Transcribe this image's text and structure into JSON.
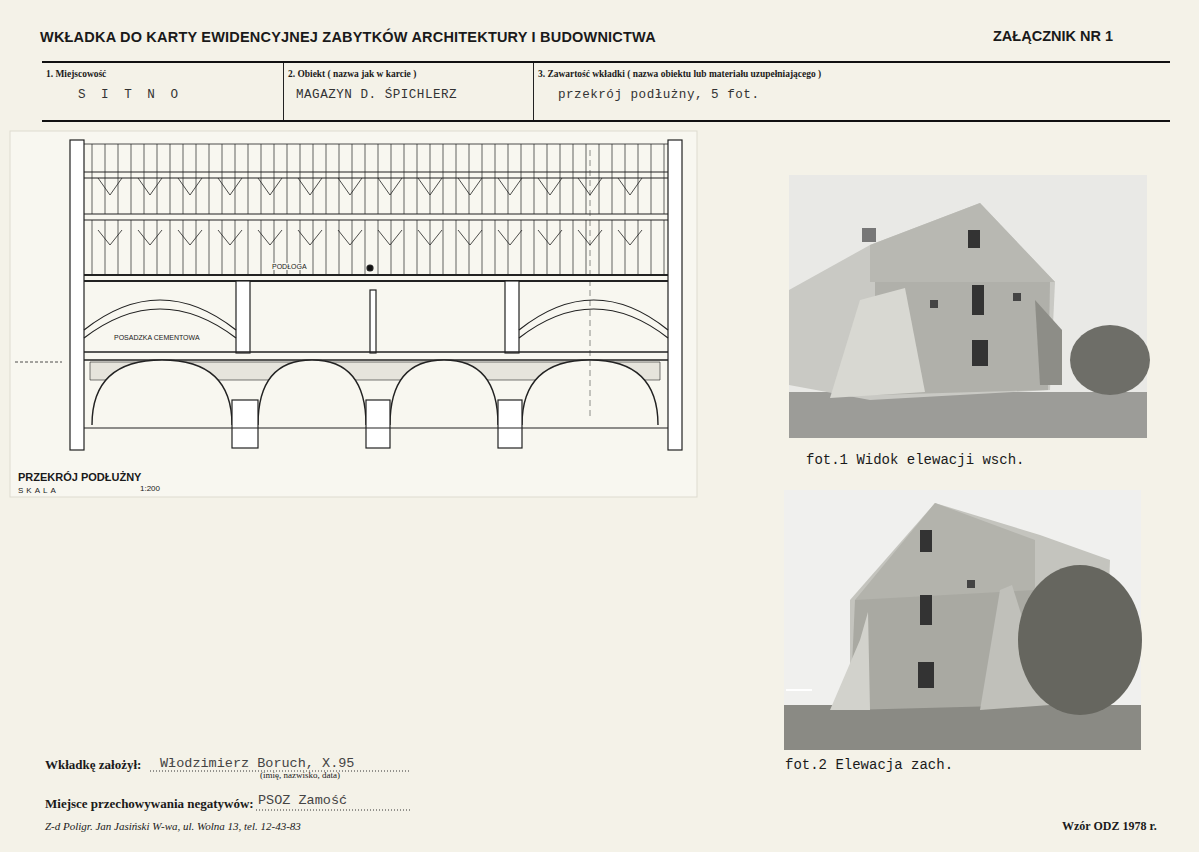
{
  "diagram": {
    "title": "WKŁADKA DO KARTY EWIDENCYJNEJ ZABYTKÓW ARCHITEKTURY I BUDOWNICTWA",
    "nodes": [
      {
        "text": [
          "1. Miejscowość",
          "S I T N O"
        ]
      },
      {
        "text": [
          "2. Obiekt ( nazwa jak w karcie )",
          "MAGAZYN D. ŚPICHLERZ"
        ]
      },
      {
        "text": [
          "3. Zawartość wkładki ( nazwa obiektu lub materiału uzupełniającego )",
          "przekrój podłużny, 5 fot."
        ]
      }
    ],
    "labels": [
      "ZAŁĄCZNIK NR 1",
      "PRZEKRÓJ PODŁUŻNY",
      "SKALA",
      "1:200",
      "PODŁOGA",
      "POSADZKA CEMENTOWA",
      "fot.1 Widok elewacji wsch.",
      "fot.2 Elewacja zach.",
      "Wkładkę założył:",
      "Włodzimierz Boruch, X.95",
      "(imię, nazwisko, data)",
      "Miejsce przechowywania negatywów:",
      "PSOZ Zamość",
      "Z-d Poligr. Jan Jasiński W-wa, ul. Wolna 13, tel. 12-43-83",
      "Wzór ODZ 1978 r."
    ]
  }
}
